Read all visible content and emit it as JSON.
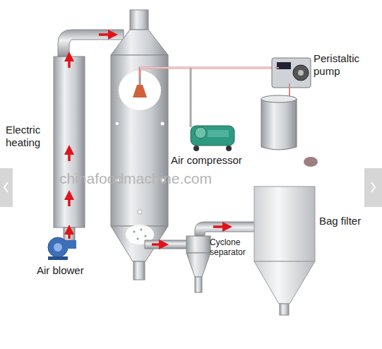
{
  "diagram": {
    "labels": [
      "Electric heating",
      "Air blower",
      "Air compressor",
      "Peristaltic pump",
      "Cyclone separator",
      "Bag filter",
      "chinafoodmachine.com"
    ]
  }
}
